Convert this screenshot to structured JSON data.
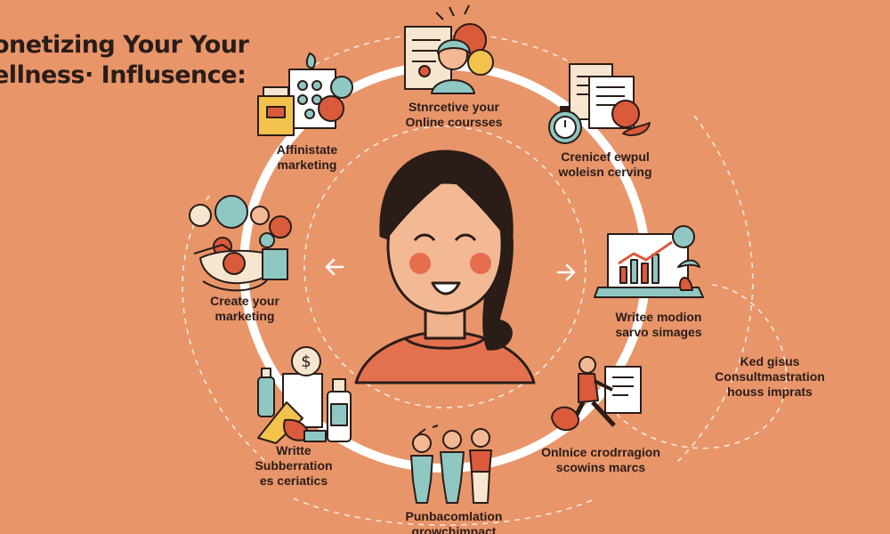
{
  "title": {
    "line1": "onetizing Your Your",
    "line2": "ellness· Influsence:"
  },
  "labels": {
    "online_courses": [
      "Stnrcetive your",
      "Online coursses"
    ],
    "wellness_serving": [
      "Crenicef ewpul",
      "woleisn cerving"
    ],
    "write_motion": [
      "Writee modion",
      "sarvo simages"
    ],
    "consultation": [
      "Ked gisus",
      "Consultmastration",
      "houss imprats"
    ],
    "online_product": [
      "Onlnice crodrragion",
      "scowins marcs"
    ],
    "growth_impact": [
      "Punbacomlation",
      "growchimpact"
    ],
    "subscription": [
      "Writte",
      "Subberration",
      "es ceriatics"
    ],
    "create_marketing": [
      "Create your",
      "marketing"
    ],
    "affiliate": [
      "Affinistate",
      "marketing"
    ]
  },
  "colors": {
    "background": "#e8956a",
    "ring": "#ffffff",
    "outline": "#2a1c17",
    "teal": "#8fc7c3",
    "red": "#d95b3c",
    "cream": "#f6e6cf",
    "yellow": "#f2c24d"
  },
  "icons": [
    "person-icon",
    "checklist-icon",
    "stopwatch-icon",
    "laptop-chart-icon",
    "running-woman-icon",
    "people-group-icon",
    "products-bottles-icon",
    "food-bowl-icon",
    "shop-box-icon",
    "arrow-left-icon",
    "arrow-right-icon"
  ]
}
